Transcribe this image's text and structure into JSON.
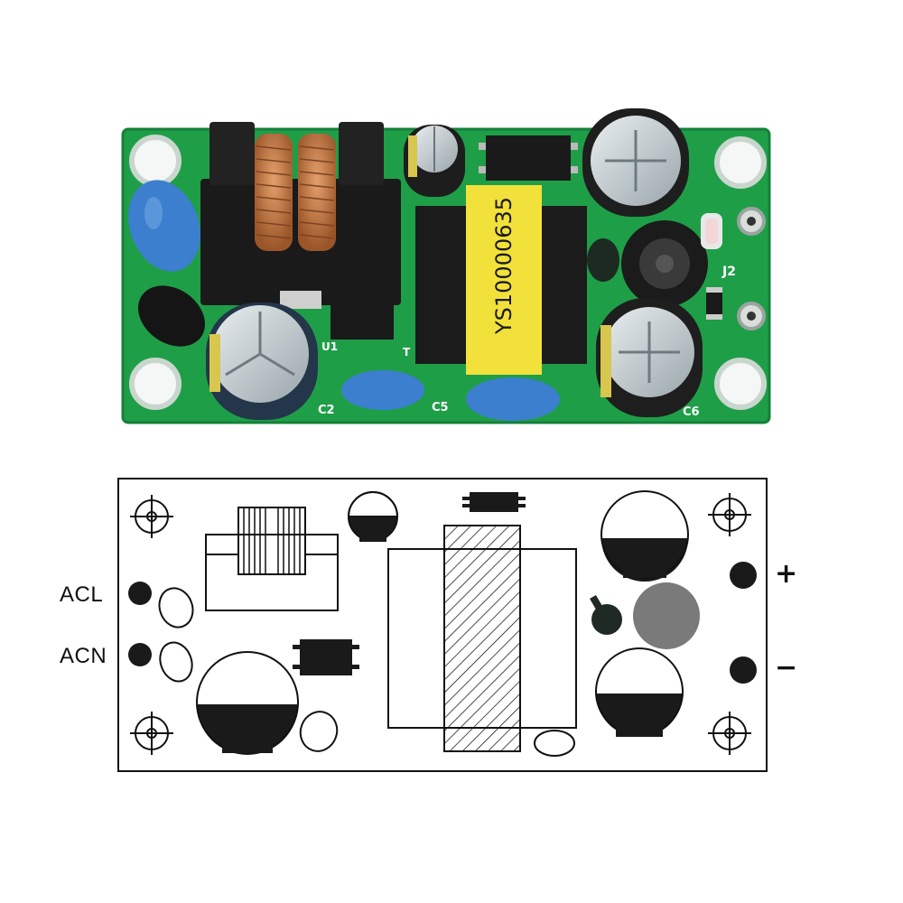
{
  "photo": {
    "transformer_label": "YS10000635",
    "silkscreen": {
      "c2": "C2",
      "c5": "C5",
      "c6": "C6",
      "j2": "J2",
      "u1": "U1",
      "t": "T"
    },
    "colors": {
      "board": "#1f9e48",
      "board_dark": "#14843a",
      "y_cap": "#3c7fcf",
      "transformer_tape": "#f1e13a",
      "electrolytic": "#1e1e1e",
      "copper_wire": "#c87a44"
    }
  },
  "layout": {
    "pins": {
      "acl": "ACL",
      "acn": "ACN",
      "plus": "+",
      "minus": "−"
    },
    "colors": {
      "outline": "#111111",
      "fill_dark": "#1a1a1a",
      "inductor_fill": "#7a7a7a",
      "small_part": "#1f2a25"
    }
  }
}
